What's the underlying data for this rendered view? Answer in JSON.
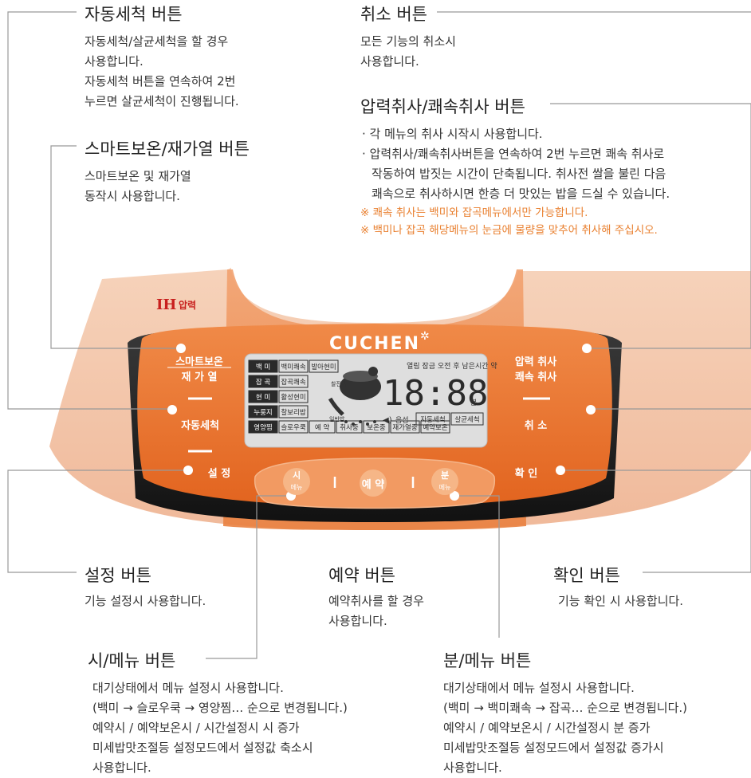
{
  "callouts": {
    "auto_clean": {
      "title": "자동세척 버튼",
      "lines": [
        "자동세척/살균세척을 할 경우",
        "사용합니다.",
        "자동세척 버튼을 연속하여 2번",
        "누르면 살균세척이 진행됩니다."
      ]
    },
    "smart_keep_warm": {
      "title": "스마트보온/재가열 버튼",
      "lines": [
        "스마트보온 및 재가열",
        "동작시 사용합니다."
      ]
    },
    "cancel": {
      "title": "취소 버튼",
      "lines": [
        "모든 기능의 취소시",
        "사용합니다."
      ]
    },
    "pressure_cook": {
      "title": "압력취사/쾌속취사 버튼",
      "lines": [
        "· 각 메뉴의 취사 시작시 사용합니다.",
        "· 압력취사/쾌속취사버튼을 연속하여 2번 누르면 쾌속 취사로",
        "작동하여 밥짓는 시간이 단축됩니다. 취사전 쌀을 불린 다음",
        "쾌속으로 취사하시면 한층 더 맛있는 밥을 드실 수 있습니다."
      ],
      "notes": [
        "※ 쾌속 취사는 백미와 잡곡메뉴에서만 가능합니다.",
        "※ 백미나 잡곡 해당메뉴의 눈금에 물량을 맞추어 취사해 주십시오."
      ]
    },
    "settings": {
      "title": "설정 버튼",
      "lines": [
        "기능 설정시 사용합니다."
      ]
    },
    "reserve": {
      "title": "예약 버튼",
      "lines": [
        "예약취사를 할 경우",
        "사용합니다."
      ]
    },
    "confirm": {
      "title": "확인 버튼",
      "lines": [
        "기능 확인 시 사용합니다."
      ]
    },
    "hour_menu": {
      "title": "시/메뉴 버튼",
      "lines": [
        "대기상태에서 메뉴 설정시 사용합니다.",
        "(백미 → 슬로우쿡 → 영양찜… 순으로 변경됩니다.)",
        "예약시 / 예약보온시 / 시간설정시 시 증가",
        "미세밥맛조절등 설정모드에서 설정값 축소시",
        "사용합니다."
      ]
    },
    "minute_menu": {
      "title": "분/메뉴 버튼",
      "lines": [
        "대기상태에서 메뉴 설정시 사용합니다.",
        "(백미 → 백미쾌속 → 잡곡… 순으로 변경됩니다.)",
        "예약시 / 예약보온시 / 시간설정시 분 증가",
        "미세밥맛조절등 설정모드에서 설정값 증가시",
        "사용합니다."
      ]
    }
  },
  "panel": {
    "brand": "CUCHEN",
    "ih_label": "IH",
    "ih_sub": "압력",
    "buttons": {
      "smart_keep_warm": [
        "스마트보온",
        "재 가 열"
      ],
      "auto_clean": "자동세척",
      "settings": "설 정",
      "pressure_cook": [
        "압력 취사",
        "쾌속 취사"
      ],
      "cancel": "취 소",
      "confirm": "확 인",
      "hour": [
        "시",
        "메뉴"
      ],
      "reserve": "예 약",
      "minute": [
        "분",
        "메뉴"
      ]
    },
    "lcd": {
      "menu_rows": [
        [
          "백 미",
          "백미쾌속",
          "발아현미"
        ],
        [
          "잡 곡",
          "잡곡쾌속"
        ],
        [
          "현 미",
          "활성현미"
        ],
        [
          "누룽지",
          "찰보리밥"
        ],
        [
          "영양찜",
          "슬로우쿡",
          "예 약",
          "취사중",
          "보온중",
          "재가열중",
          "예약보온"
        ]
      ],
      "status_top": "열림 잠금 오전 후 남은시간 약",
      "digits": "18:88",
      "unit": "분",
      "voice": "음성",
      "auto_clean": "자동세척",
      "sterilize": "살균세척",
      "side_labels": [
        "찰진밥",
        "일반밥"
      ]
    }
  },
  "colors": {
    "panel_outer": "#f4c3a3",
    "panel_mid": "#ef8a4e",
    "panel_face": "#e8722e",
    "accent_text": "#e98030",
    "ih_red": "#c8201e",
    "lcd_bg": "#e2e2e2"
  }
}
